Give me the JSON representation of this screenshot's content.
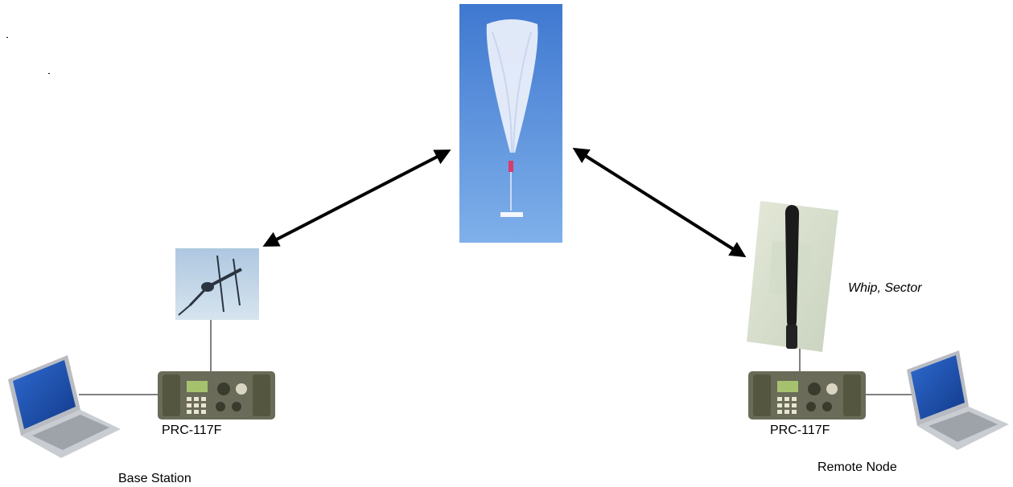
{
  "nodes": {
    "balloon": {
      "icon": "high-altitude-balloon"
    },
    "base_station": {
      "antenna_icon": "directional-antenna",
      "radio_icon": "radio-transceiver",
      "radio_label": "PRC-117F",
      "laptop_icon": "laptop",
      "label": "Base Station"
    },
    "remote_node": {
      "antenna_icon": "whip-antenna",
      "antenna_label": "Whip, Sector",
      "radio_icon": "radio-transceiver",
      "radio_label": "PRC-117F",
      "laptop_icon": "laptop",
      "label": "Remote Node"
    }
  },
  "links": [
    {
      "from": "base_station",
      "to": "balloon",
      "style": "bidirectional-arrow"
    },
    {
      "from": "balloon",
      "to": "remote_node",
      "style": "bidirectional-arrow"
    }
  ],
  "colors": {
    "sky": "#4f86d8",
    "radio_body": "#6a6b58",
    "laptop_screen": "#1f4fb0",
    "arrow": "#000000"
  }
}
